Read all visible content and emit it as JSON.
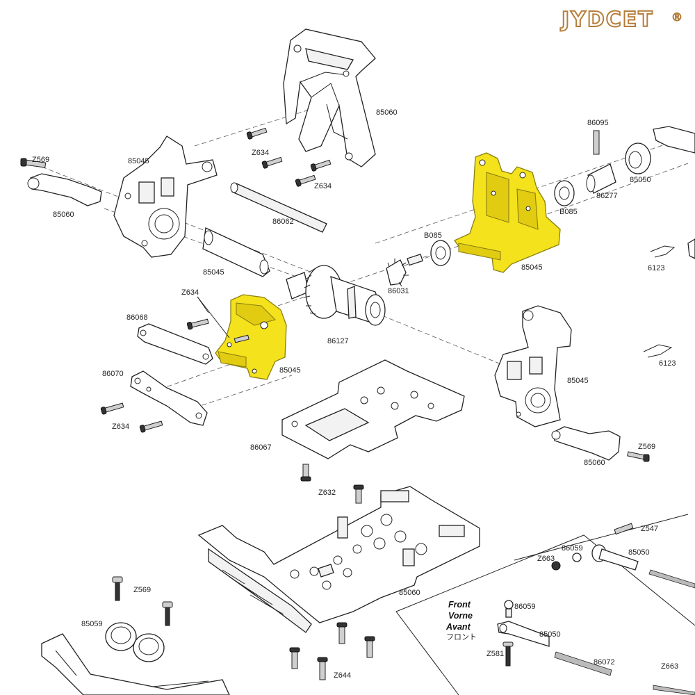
{
  "brand": {
    "name": "JYDCET",
    "mark": "®"
  },
  "colors": {
    "highlight": "#f4e21c",
    "line": "#222222",
    "brand_outline": "#b57d3a"
  },
  "labels": {
    "l_85060_top": "85060",
    "l_z634_a": "Z634",
    "l_z634_b": "Z634",
    "l_z569_left": "Z569",
    "l_85045_lt": "85045",
    "l_85060_left": "85060",
    "l_86062": "86062",
    "l_85045_bar": "85045",
    "l_86095": "86095",
    "l_86277": "86277",
    "l_85050_r": "85050",
    "l_b085_a": "B085",
    "l_b085_b": "B085",
    "l_85045_yel_r": "85045",
    "l_6123_a": "6123",
    "l_86031": "86031",
    "l_z634_c": "Z634",
    "l_86068": "86068",
    "l_86127": "86127",
    "l_85045_yel_l": "85045",
    "l_6123_b": "6123",
    "l_86070": "86070",
    "l_85045_rb": "85045",
    "l_z634_d": "Z634",
    "l_86067": "86067",
    "l_z569_right": "Z569",
    "l_85060_right": "85060",
    "l_z632": "Z632",
    "l_z547": "Z547",
    "l_86059_a": "86059",
    "l_85050_b": "85050",
    "l_z663_a": "Z663",
    "l_z569_bottom": "Z569",
    "l_85060_bottom": "85060",
    "l_85059": "85059",
    "l_86059_b": "86059",
    "l_85050_c": "85050",
    "l_z581": "Z581",
    "l_86072": "86072",
    "l_z663_b": "Z663",
    "l_z644": "Z644"
  },
  "direction": {
    "line1": "Front",
    "line2": "Vorne",
    "line3": "Avant",
    "line4": "フロント"
  },
  "icons": [
    "screw-icon",
    "bearing-icon",
    "gear-icon",
    "pin-icon",
    "nut-icon",
    "ball-end-icon"
  ]
}
